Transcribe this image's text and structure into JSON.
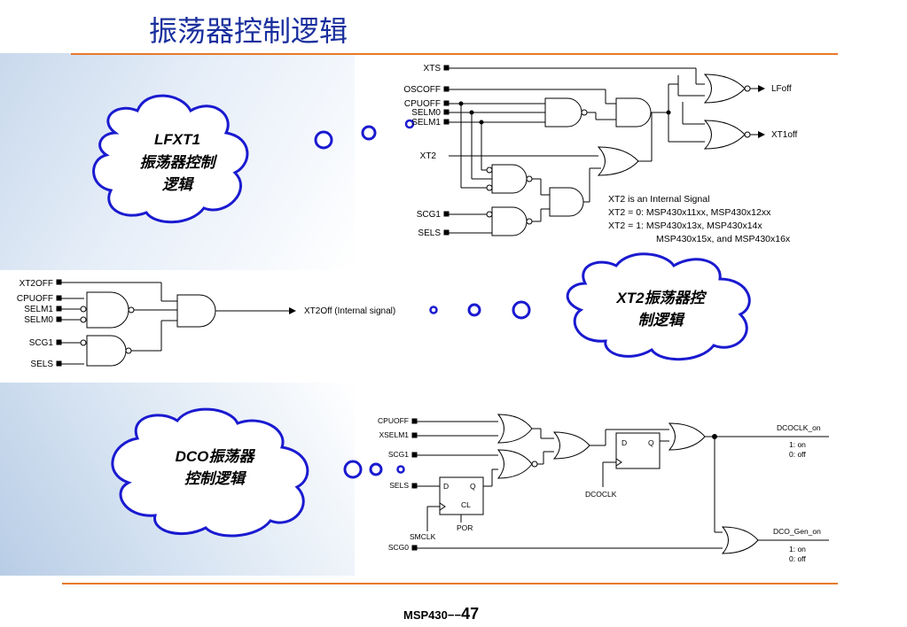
{
  "title": "振荡器控制逻辑",
  "footer": {
    "prefix": "MSP430",
    "dashes": "−−",
    "page": "47"
  },
  "clouds": {
    "lfxt1": [
      "LFXT1",
      "振荡器控制",
      "逻辑"
    ],
    "xt2": [
      "XT2振荡器控",
      "制逻辑"
    ],
    "dco": [
      "DCO振荡器",
      "控制逻辑"
    ]
  },
  "lfxt1_circuit": {
    "inputs": [
      "XTS",
      "OSCOFF",
      "CPUOFF",
      "SELM0",
      "SELM1",
      "XT2",
      "SCG1",
      "SELS"
    ],
    "outputs": [
      "LFoff",
      "XT1off"
    ],
    "notes": [
      "XT2 is an Internal Signal",
      "XT2 = 0: MSP430x11xx, MSP430x12xx",
      "XT2 = 1: MSP430x13x, MSP430x14x",
      "MSP430x15x, and MSP430x16x"
    ]
  },
  "xt2_circuit": {
    "inputs": [
      "XT2OFF",
      "CPUOFF",
      "SELM1",
      "SELM0",
      "SCG1",
      "SELS"
    ],
    "output": "XT2Off (Internal signal)"
  },
  "dco_circuit": {
    "inputs": [
      "CPUOFF",
      "XSELM1",
      "SCG1",
      "SELS",
      "SCG0"
    ],
    "ff1": [
      "D",
      "Q",
      "CL"
    ],
    "ff2": [
      "D",
      "Q"
    ],
    "clocks": [
      "SMCLK",
      "DCOCLK"
    ],
    "por": "POR",
    "outputs": [
      {
        "name": "DCOCLK_on",
        "states": [
          "1: on",
          "0: off"
        ]
      },
      {
        "name": "DCO_Gen_on",
        "states": [
          "1: on",
          "0: off"
        ]
      }
    ]
  }
}
